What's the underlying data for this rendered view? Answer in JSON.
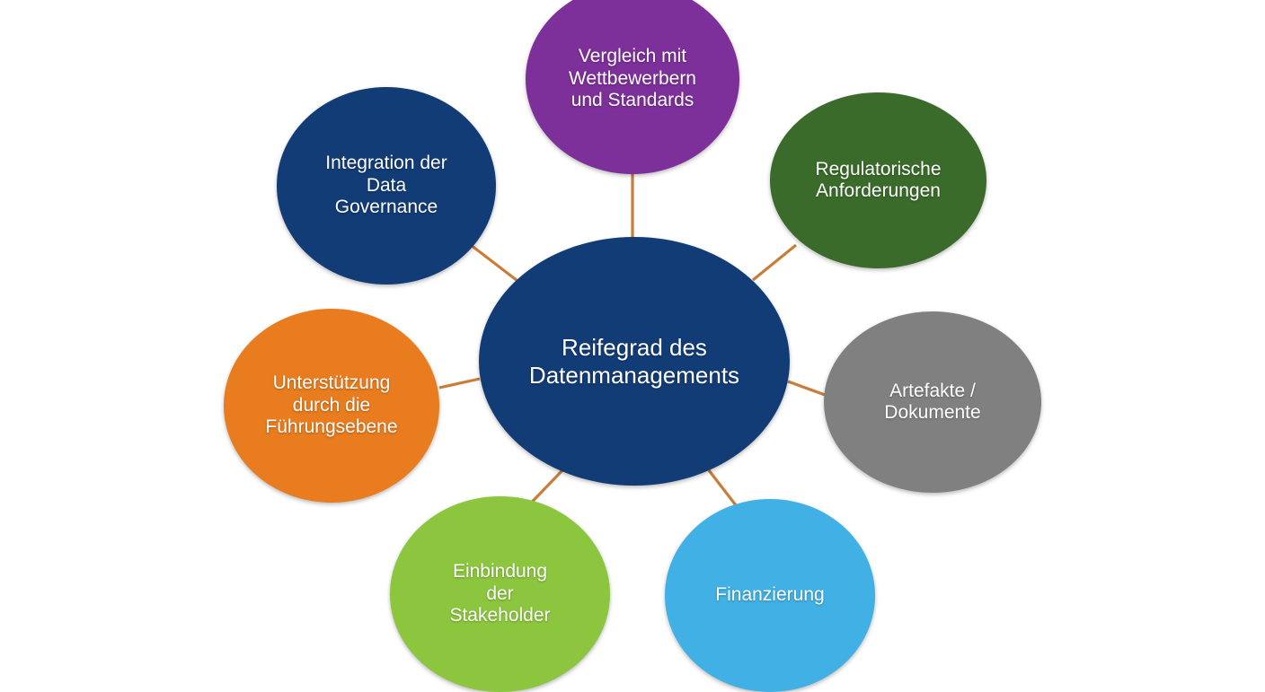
{
  "diagram": {
    "type": "hub-and-spoke-bubble-diagram",
    "background_color": "#ffffff",
    "connector_color": "#c87d3a",
    "center": {
      "id": "center",
      "label": "Reifegrad des\nDatenmanagements",
      "color": "#123c76",
      "text_color": "#ffffff"
    },
    "satellites": [
      {
        "id": "compare",
        "label": "Vergleich mit\nWettbewerbern\nund Standards",
        "color": "#7d2f9a",
        "text_color": "#ffffff",
        "position": "top"
      },
      {
        "id": "governance",
        "label": "Integration der\nData\nGovernance",
        "color": "#123c76",
        "text_color": "#ffffff",
        "position": "top-left"
      },
      {
        "id": "regulatory",
        "label": "Regulatorische\nAnforderungen",
        "color": "#3a6b2a",
        "text_color": "#ffffff",
        "position": "top-right"
      },
      {
        "id": "artifacts",
        "label": "Artefakte /\nDokumente",
        "color": "#808080",
        "text_color": "#ffffff",
        "position": "right"
      },
      {
        "id": "funding",
        "label": "Finanzierung",
        "color": "#41b0e4",
        "text_color": "#ffffff",
        "position": "bottom-right"
      },
      {
        "id": "stakeholder",
        "label": "Einbindung\nder\nStakeholder",
        "color": "#8cc63e",
        "text_color": "#ffffff",
        "position": "bottom-left"
      },
      {
        "id": "leadership",
        "label": "Unterstützung\ndurch die\nFührungsebene",
        "color": "#e87c1e",
        "text_color": "#ffffff",
        "position": "left"
      }
    ]
  }
}
